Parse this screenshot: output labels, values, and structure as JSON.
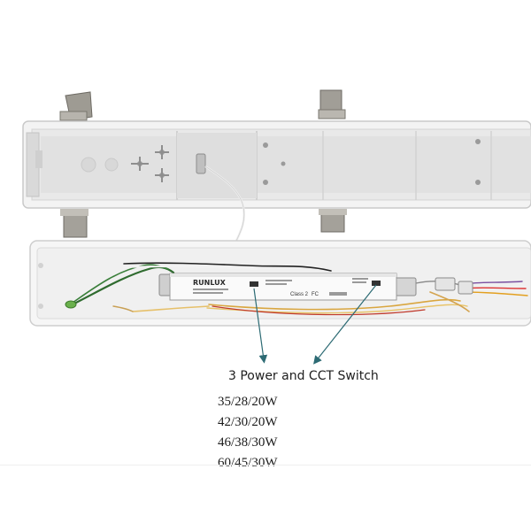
{
  "annotation": {
    "callout": "3 Power and CCT Switch",
    "arrow_color": "#2d6b74"
  },
  "driver": {
    "brand": "RUNLUX",
    "class_label": "Class 2",
    "cert_mark": "FC"
  },
  "wattage_options": [
    "35/28/20W",
    "42/30/20W",
    "46/38/30W",
    "60/45/30W"
  ]
}
